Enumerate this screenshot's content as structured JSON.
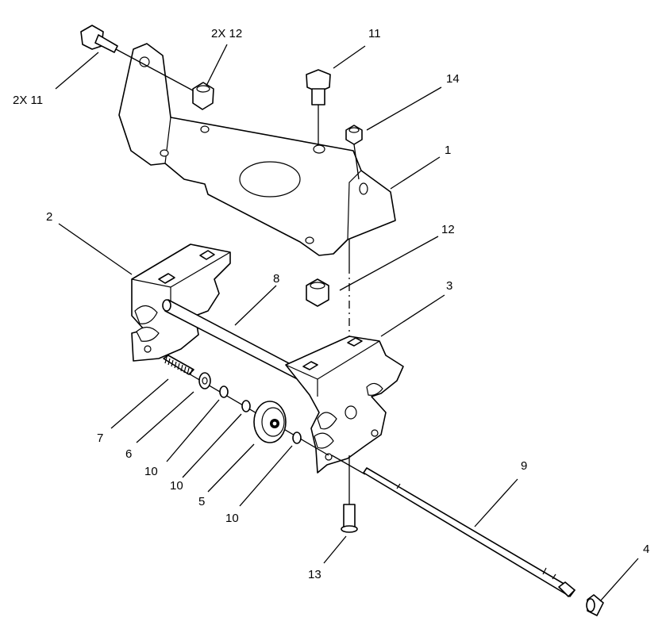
{
  "callouts": [
    {
      "id": "c-2x11",
      "text": "2X 11"
    },
    {
      "id": "c-2x12",
      "text": "2X 12"
    },
    {
      "id": "c-11",
      "text": "11"
    },
    {
      "id": "c-14",
      "text": "14"
    },
    {
      "id": "c-1",
      "text": "1"
    },
    {
      "id": "c-2",
      "text": "2"
    },
    {
      "id": "c-12",
      "text": "12"
    },
    {
      "id": "c-8",
      "text": "8"
    },
    {
      "id": "c-3",
      "text": "3"
    },
    {
      "id": "c-7",
      "text": "7"
    },
    {
      "id": "c-6",
      "text": "6"
    },
    {
      "id": "c-10a",
      "text": "10"
    },
    {
      "id": "c-10b",
      "text": "10"
    },
    {
      "id": "c-5",
      "text": "5"
    },
    {
      "id": "c-10c",
      "text": "10"
    },
    {
      "id": "c-9",
      "text": "9"
    },
    {
      "id": "c-13",
      "text": "13"
    },
    {
      "id": "c-4",
      "text": "4"
    }
  ]
}
